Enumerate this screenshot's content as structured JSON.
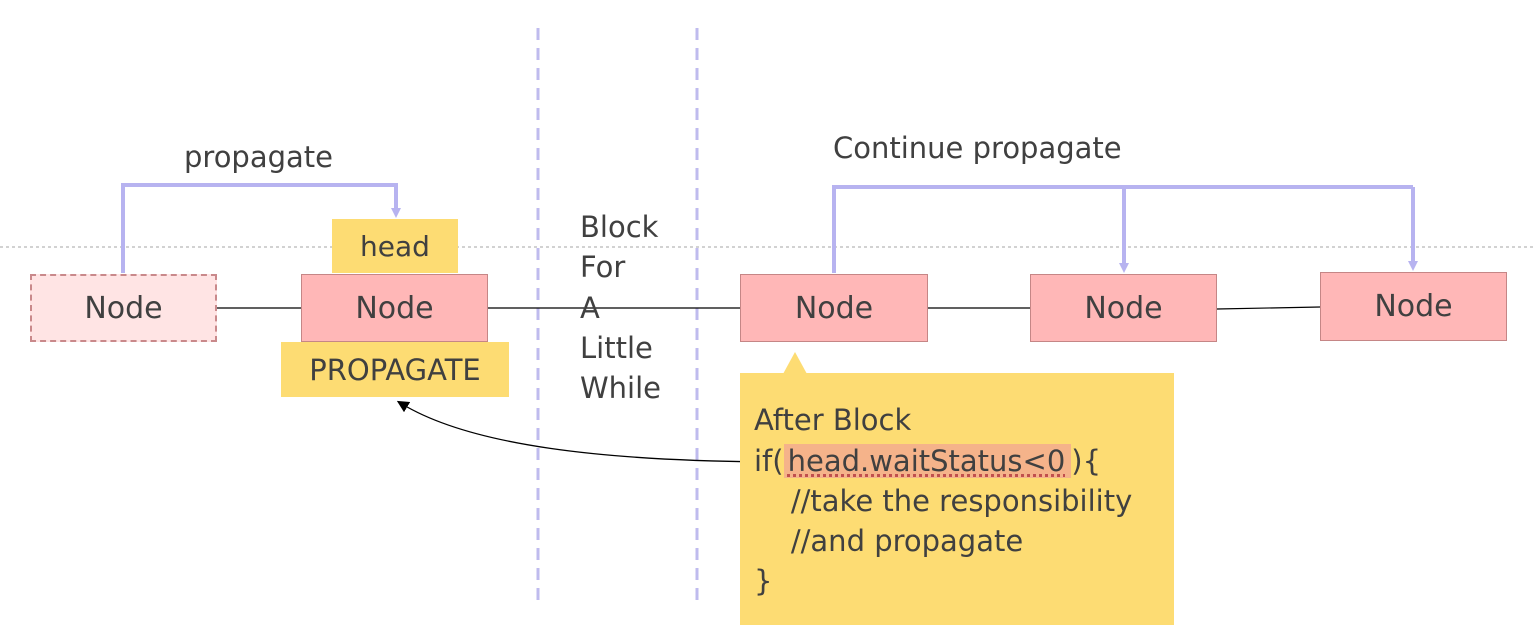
{
  "labels": {
    "propagate": "propagate",
    "continue_propagate": "Continue propagate"
  },
  "nodes": {
    "ghost": "Node",
    "head_node": "Node",
    "n1": "Node",
    "n2": "Node",
    "n3": "Node"
  },
  "tags": {
    "head": "head",
    "propagate": "PROPAGATE"
  },
  "block_text": [
    "Block",
    "For",
    "A",
    "Little",
    "While"
  ],
  "note": {
    "line1": "After Block",
    "line2_prefix": "if(",
    "line2_highlight": "head.waitStatus<0",
    "line2_suffix": "){",
    "line3": "    //take the responsibility",
    "line4": "    //and propagate",
    "line5": "}"
  },
  "colors": {
    "node_fill": "#ffb7b7",
    "node_border": "#c58686",
    "ghost_fill": "#ffe4e4",
    "tag_fill": "#fddc73",
    "arrow": "#b7b3f0",
    "divider": "#bfbbee",
    "highlight": "#f5b38a"
  }
}
